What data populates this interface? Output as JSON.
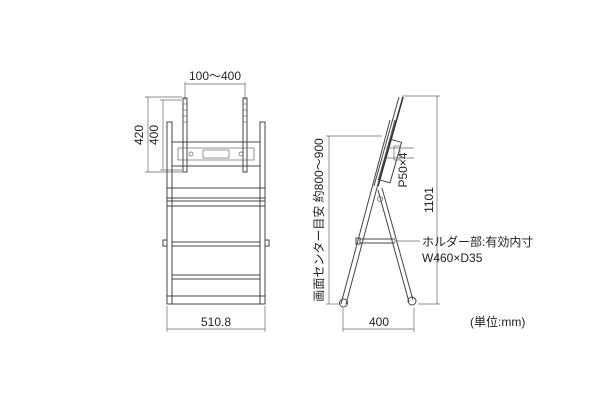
{
  "front_view": {
    "dims": {
      "vesa_width": "100～400",
      "mount_height_outer": "420",
      "mount_height_inner": "400",
      "base_width": "510.8"
    }
  },
  "side_view": {
    "dims": {
      "screen_center_height": "画面センター目安 約800～900",
      "vesa_pitch": "P50×4",
      "total_height": "1101",
      "depth": "400"
    },
    "holder_note": {
      "line1": "ホルダー部:有効内寸",
      "line2": "W460×D35"
    }
  },
  "unit_note": "(単位:mm)"
}
